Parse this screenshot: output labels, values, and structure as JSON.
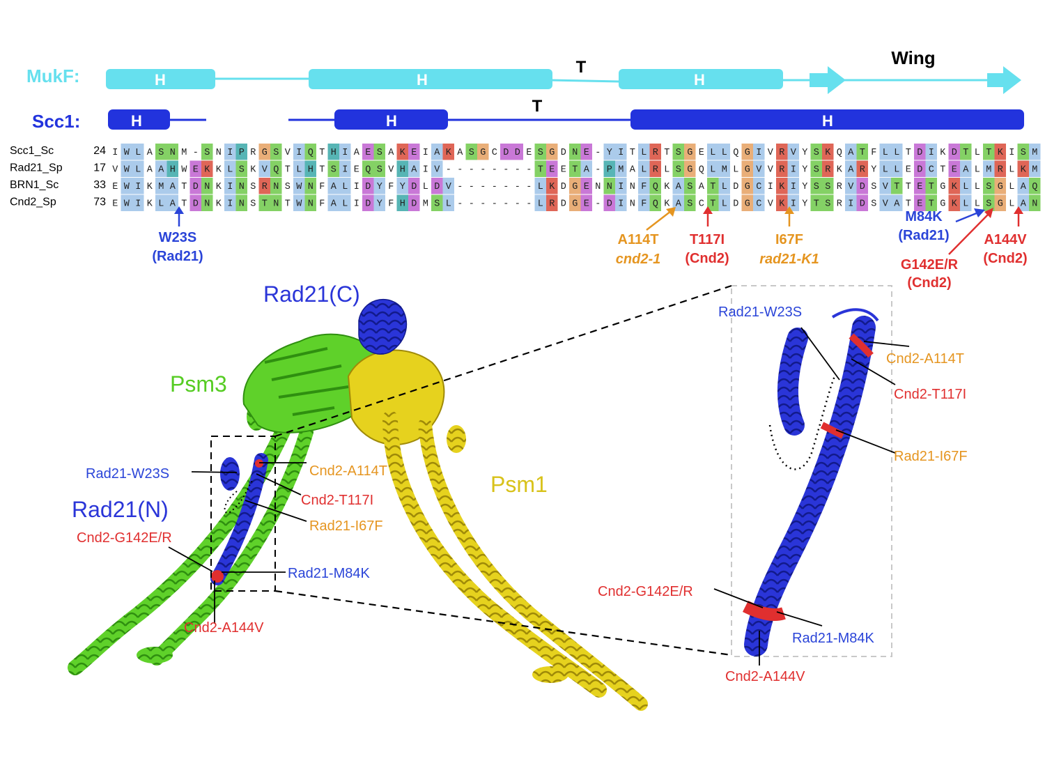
{
  "colors": {
    "mukf": "#66e0ee",
    "scc1": "#2233dd",
    "rad21": "#2a35d8",
    "psm3": "#55cc22",
    "psm1": "#d8c21a",
    "red": "#e02f2f",
    "orange": "#e59520",
    "blue_label": "#2a44d8"
  },
  "topology": {
    "mukf_label": "MukF:",
    "scc1_label": "Scc1:",
    "helix_letter": "H",
    "turn_letter": "T",
    "wing_label": "Wing"
  },
  "alignment": {
    "rows": [
      {
        "name": "Scc1_Sc",
        "start": "24",
        "seq": "IWLASNM-SNIPRGSVIQTHIAESAKEIAKASGCDDESGDNE-YITLRTSGELLQGIVRVYSKQATFLLTDIKDTLTKISM"
      },
      {
        "name": "Rad21_Sp",
        "start": "17",
        "seq": "VWLAAHWEKKLSKVQTLHTSIEQSVHAIV--------TEETA-PMALRLSGQLMLGVVRIYSRKARYLLEDCTEALMRLKM"
      },
      {
        "name": "BRN1_Sc",
        "start": "33",
        "seq": "EWIKMATDNKINSRNSWNFALIDYFYDLDV-------LKDGENNINFQKASATLDGCIKIYSSRVDSVTTETGKLLSGLAQ"
      },
      {
        "name": "Cnd2_Sp",
        "start": "73",
        "seq": "EWIKLATDNKINSTNTWNFALIDYFHDMSL-------LRDGE-DINFQKASCTLDGCVKIYTSRIDSVATETGKLLSGLAN"
      }
    ]
  },
  "mutations": {
    "w23s": [
      "W23S",
      "(Rad21)"
    ],
    "a114t": [
      "A114T",
      "cnd2-1"
    ],
    "t117i": [
      "T117I",
      "(Cnd2)"
    ],
    "i67f": [
      "I67F",
      "rad21-K1"
    ],
    "m84k": [
      "M84K",
      "(Rad21)"
    ],
    "a144v": [
      "A144V",
      "(Cnd2)"
    ],
    "g142": [
      "G142E/R",
      "(Cnd2)"
    ]
  },
  "structure": {
    "rad21c": "Rad21(C)",
    "rad21n": "Rad21(N)",
    "psm3": "Psm3",
    "psm1": "Psm1",
    "callouts": {
      "w23s": "Rad21-W23S",
      "a114t": "Cnd2-A114T",
      "t117i": "Cnd2-T117I",
      "i67f": "Rad21-I67F",
      "g142": "Cnd2-G142E/R",
      "m84k": "Rad21-M84K",
      "a144v": "Cnd2-A144V"
    }
  }
}
